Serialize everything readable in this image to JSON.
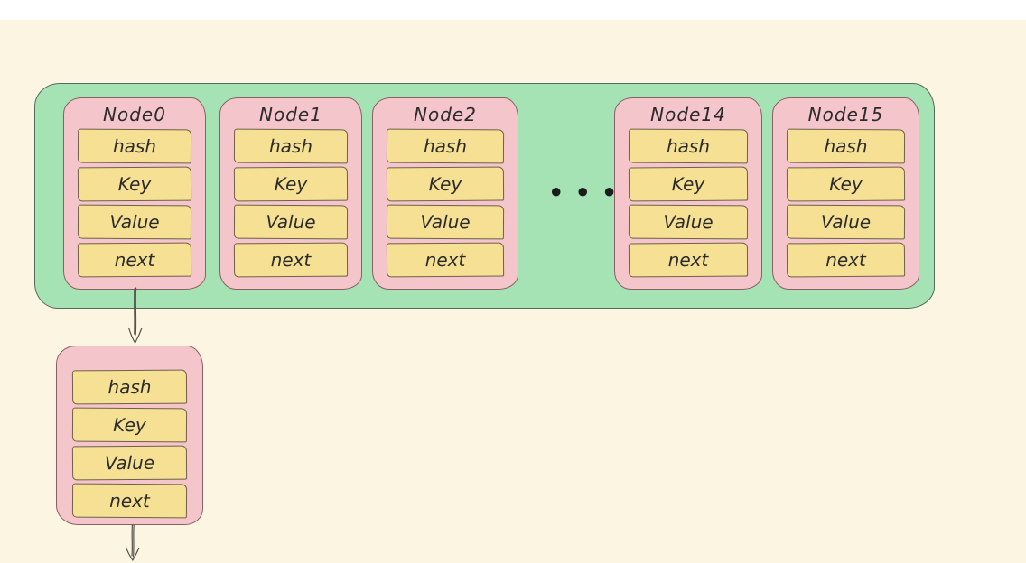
{
  "page": {
    "background_color": "#fbf5e1",
    "top_strip_color": "#ffffff"
  },
  "colors": {
    "bucket_fill": "#a6e3b4",
    "bucket_stroke": "#57695b",
    "card_fill": "#f4c5cb",
    "card_stroke": "#8a6064",
    "field_fill": "#f5e093",
    "field_stroke": "#6f6149",
    "text": "#2b2b2b",
    "arrow": "#55534a"
  },
  "diagram": {
    "bucket_array": {
      "nodes": [
        {
          "title": "Node0",
          "fields": [
            "hash",
            "Key",
            "Value",
            "next"
          ]
        },
        {
          "title": "Node1",
          "fields": [
            "hash",
            "Key",
            "Value",
            "next"
          ]
        },
        {
          "title": "Node2",
          "fields": [
            "hash",
            "Key",
            "Value",
            "next"
          ]
        },
        {
          "title": "Node14",
          "fields": [
            "hash",
            "Key",
            "Value",
            "next"
          ]
        },
        {
          "title": "Node15",
          "fields": [
            "hash",
            "Key",
            "Value",
            "next"
          ]
        }
      ],
      "ellipsis": "•••"
    },
    "chained_node": {
      "fields": [
        "hash",
        "Key",
        "Value",
        "next"
      ]
    }
  }
}
